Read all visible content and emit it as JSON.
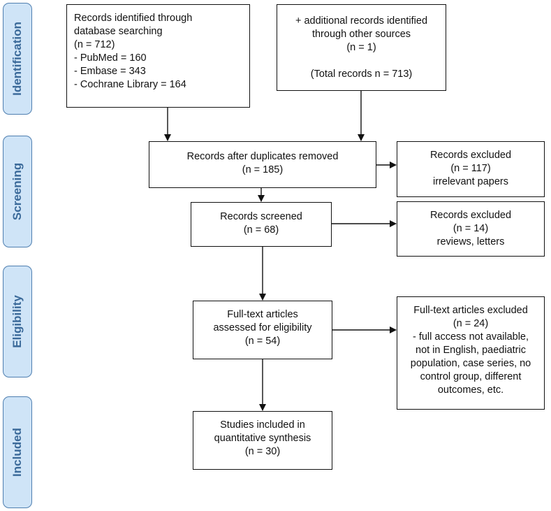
{
  "phases": {
    "identification": "Identification",
    "screening": "Screening",
    "eligibility": "Eligibility",
    "included": "Included"
  },
  "boxes": {
    "db_search": [
      "Records identified through",
      "database searching",
      "(n = 712)",
      "- PubMed = 160",
      "- Embase = 343",
      "- Cochrane Library = 164"
    ],
    "other_sources": [
      "+ additional records identified",
      "through other sources",
      "(n = 1)",
      "",
      "(Total records n = 713)"
    ],
    "after_duplicates": [
      "Records after duplicates removed",
      "(n = 185)"
    ],
    "excluded_irrelevant": [
      "Records excluded",
      "(n = 117)",
      "irrelevant papers"
    ],
    "screened": [
      "Records screened",
      "(n = 68)"
    ],
    "excluded_reviews": [
      "Records excluded",
      "(n = 14)",
      "reviews, letters"
    ],
    "full_text": [
      "Full-text articles",
      "assessed for eligibility",
      "(n = 54)"
    ],
    "full_text_excluded": [
      "Full-text articles excluded",
      "(n = 24)",
      "- full access not available,",
      "not in English, paediatric",
      "population, case series, no",
      "control group, different",
      "outcomes, etc."
    ],
    "included": [
      "Studies included in",
      "quantitative synthesis",
      "(n = 30)"
    ]
  }
}
